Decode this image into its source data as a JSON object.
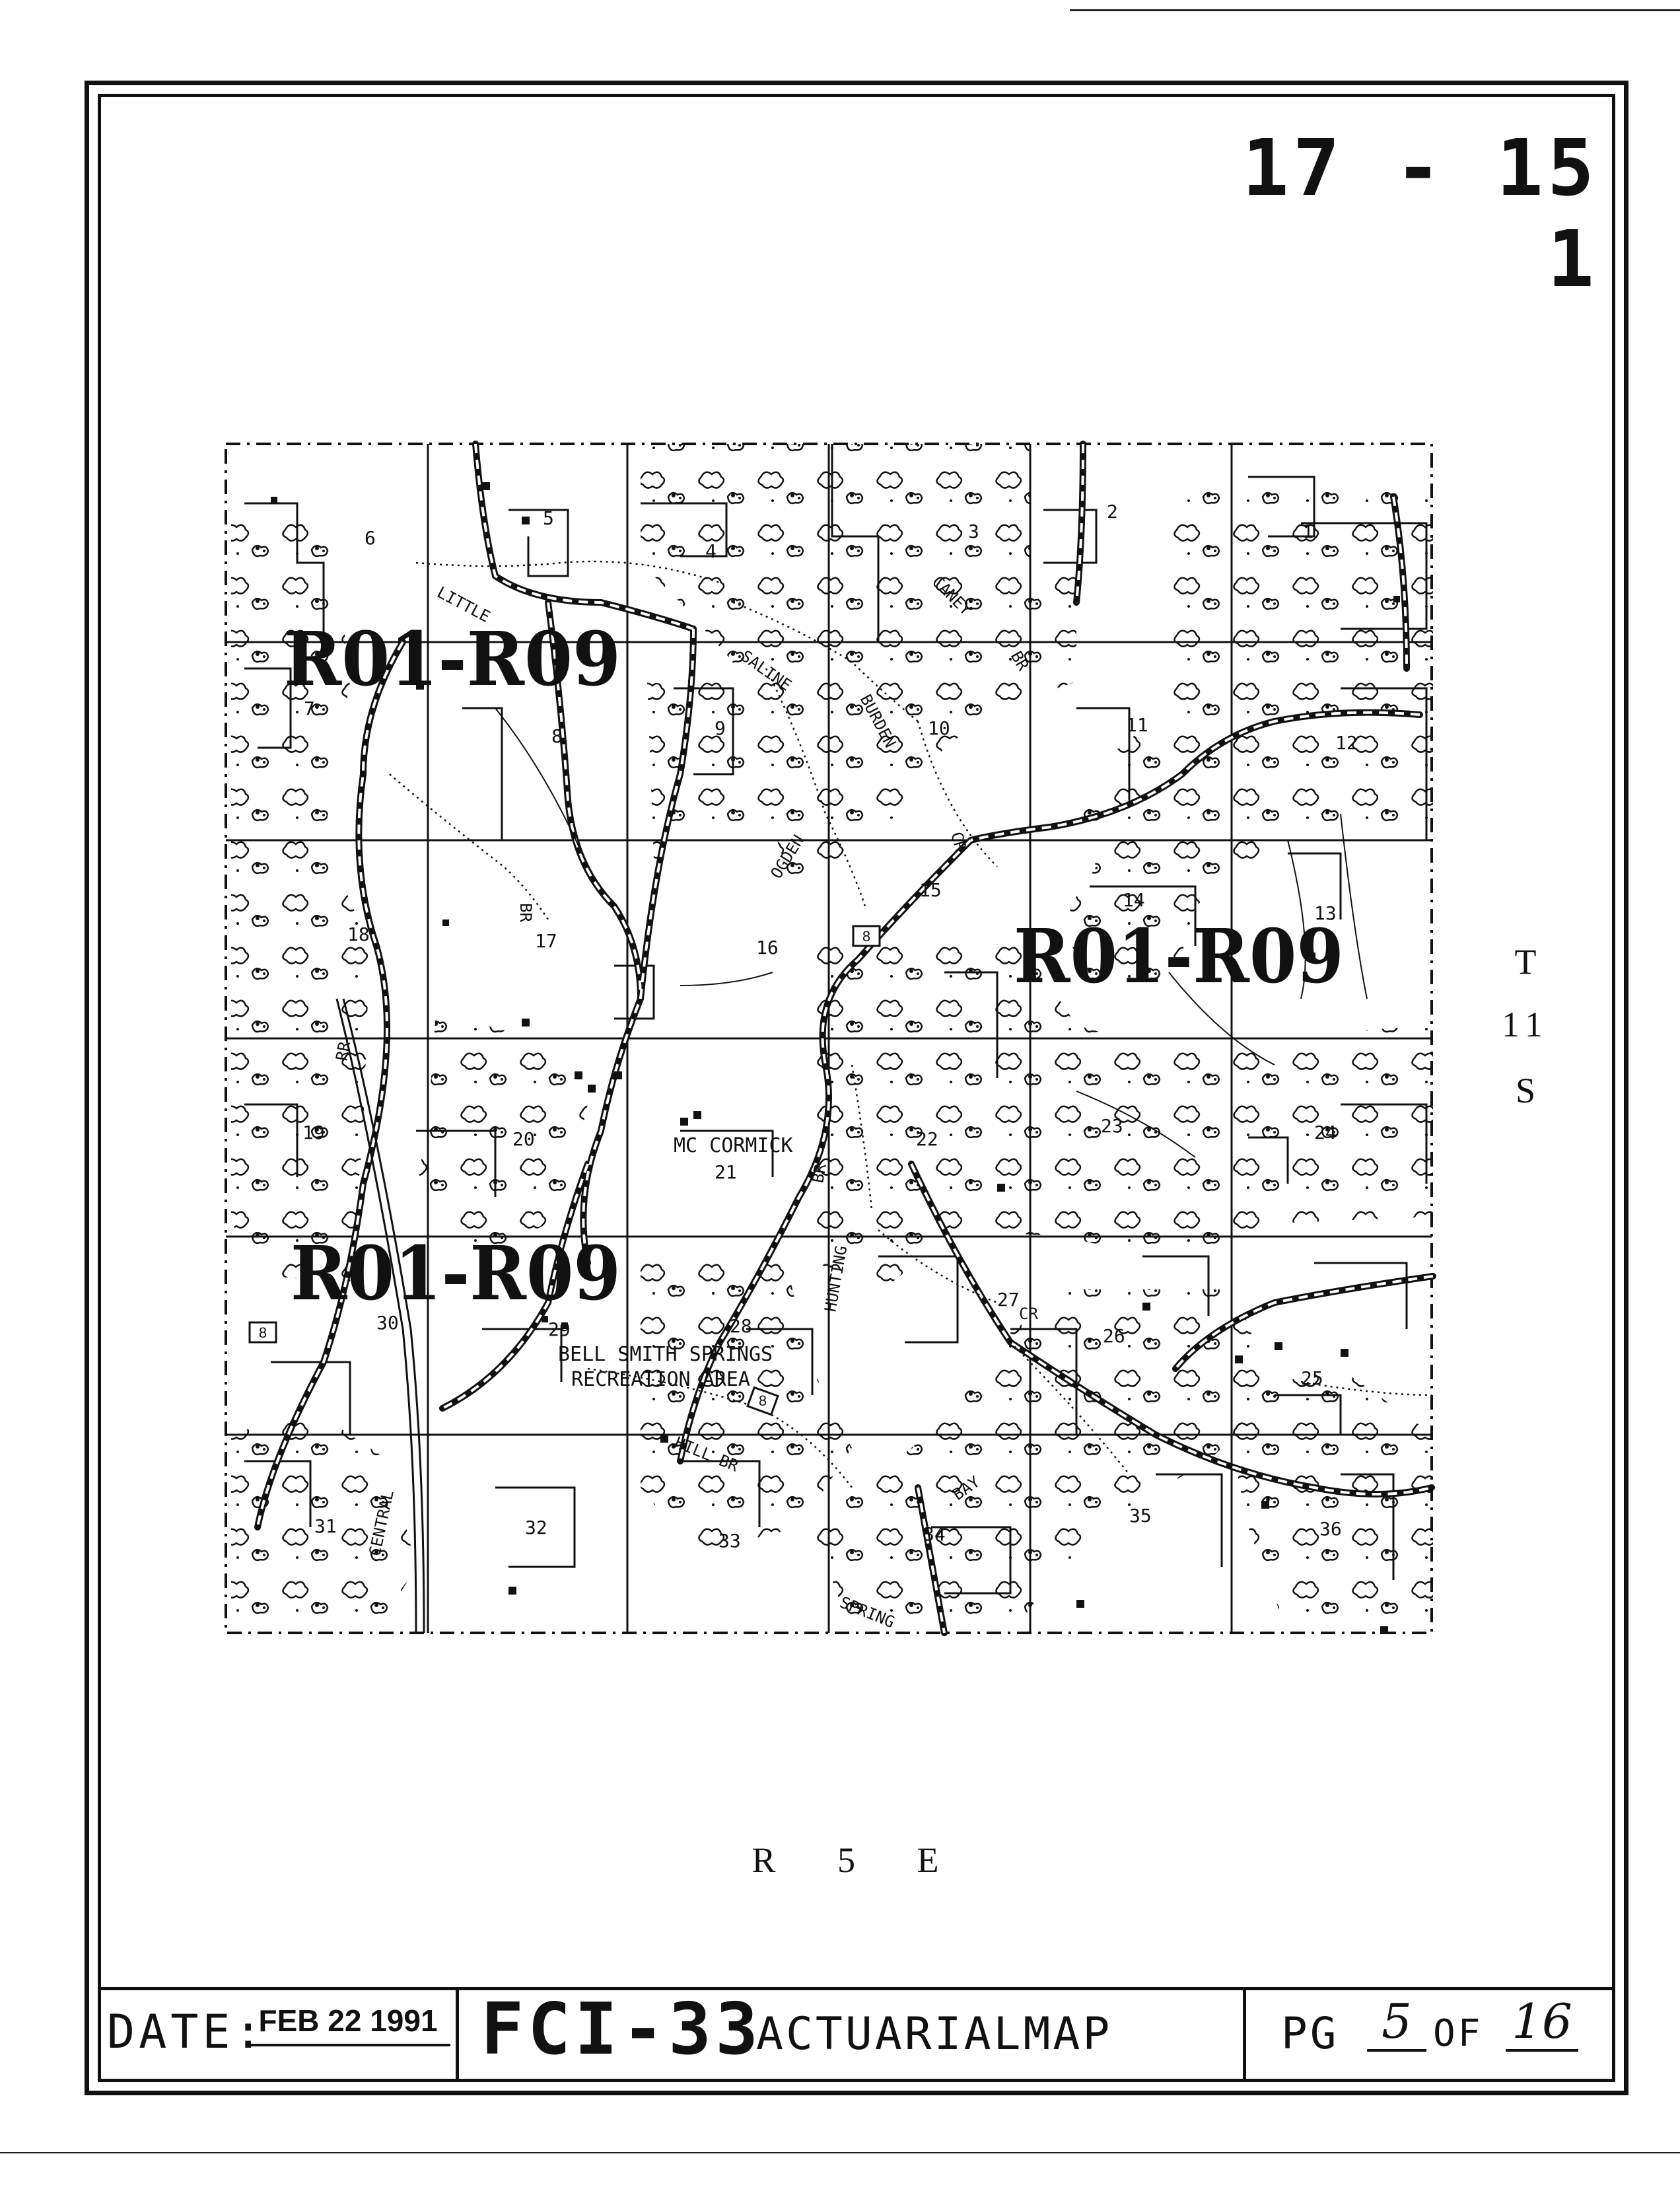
{
  "sheet_number": "17 - 15 1",
  "township": {
    "letters": [
      "T",
      "11",
      "S"
    ]
  },
  "range_label": "R 5 E",
  "map": {
    "rating_labels": [
      "R01-R09",
      "R01-R09",
      "R01-R09"
    ],
    "section_numbers": [
      "6",
      "5",
      "4",
      "3",
      "2",
      "1",
      "7",
      "8",
      "9",
      "10",
      "11",
      "12",
      "18",
      "17",
      "16",
      "15",
      "14",
      "13",
      "19",
      "20",
      "21",
      "22",
      "23",
      "24",
      "30",
      "29",
      "28",
      "27",
      "26",
      "25",
      "31",
      "32",
      "33",
      "34",
      "35",
      "36"
    ],
    "place_names": [
      "MC CORMICK",
      "BELL SMITH SPRINGS",
      "RECREATION AREA"
    ],
    "stream_names": [
      "LITTLE",
      "SALINE",
      "CANEY",
      "BR",
      "BURDEN",
      "OGDEN",
      "CR",
      "BR",
      "HUNTING",
      "BR",
      "HILL BR",
      "BAY",
      "SPRING",
      "CENTRAL",
      "RR",
      "CR"
    ],
    "route_shields": [
      "8",
      "8",
      "8"
    ]
  },
  "footer": {
    "date_caption": "DATE:",
    "date_value": "FEB 22 1991",
    "form_code": "FCI-33",
    "form_title": "ACTUARIALMAP",
    "page_caption": "PG",
    "page_number": "5",
    "page_of": "OF",
    "page_total": "16"
  },
  "colors": {
    "ink": "#111111",
    "paper": "#ffffff"
  }
}
